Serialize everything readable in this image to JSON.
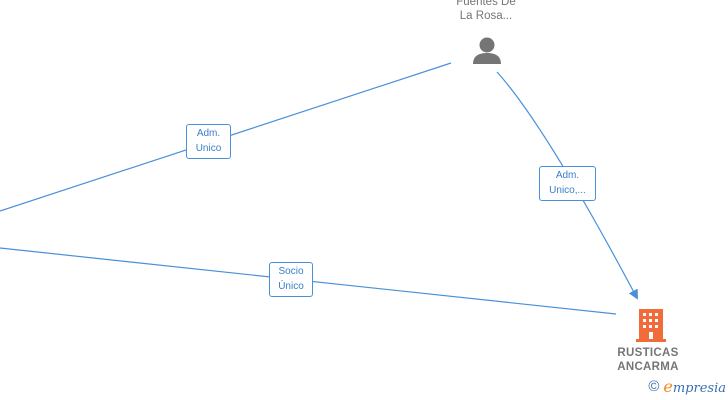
{
  "person": {
    "name_line1": "Fuentes De",
    "name_line2": "La Rosa..."
  },
  "company": {
    "name_line1": "RUSTICAS",
    "name_line2": "ANCARMA"
  },
  "edges": {
    "adm_left": {
      "line1": "Adm.",
      "line2": "Unico"
    },
    "adm_right": {
      "line1": "Adm.",
      "line2": "Unico,..."
    },
    "socio": {
      "line1": "Socio",
      "line2": "Único"
    }
  },
  "brand": {
    "copyright": "©",
    "logo_initial": "e",
    "logo_rest": "mpresia"
  },
  "colors": {
    "edge": "#4a90d9",
    "person_icon": "#757575",
    "company_icon": "#f26b3a"
  }
}
